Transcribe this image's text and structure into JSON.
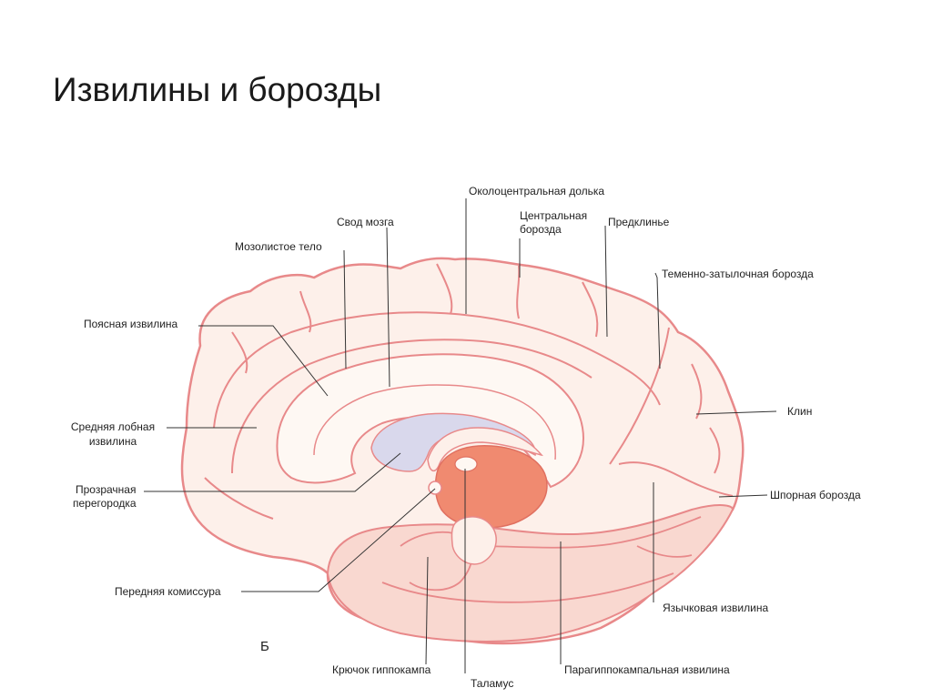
{
  "title": "Извилины и борозды",
  "figure_letter": "Б",
  "colors": {
    "outline": "#e8898a",
    "cortex_fill": "#fdf0ea",
    "cortex_light": "#fef8f3",
    "ventricle": "#d9d8ec",
    "thalamus": "#f08a70",
    "temporal": "#f9d8d0",
    "leader": "#333333"
  },
  "labels": {
    "paracentral_lobule": "Околоцентральная долька",
    "fornix": "Свод мозга",
    "central_sulcus_1": "Центральная",
    "central_sulcus_2": "борозда",
    "precuneus": "Предклинье",
    "corpus_callosum": "Мозолистое тело",
    "parieto_occipital_sulcus": "Теменно-затылочная борозда",
    "cingulate_gyrus": "Поясная извилина",
    "cuneus": "Клин",
    "middle_frontal_gyrus_1": "Средняя лобная",
    "middle_frontal_gyrus_2": "извилина",
    "septum_pellucidum_1": "Прозрачная",
    "septum_pellucidum_2": "перегородка",
    "calcarine_sulcus": "Шпорная борозда",
    "anterior_commissure": "Передняя комиссура",
    "lingual_gyrus": "Язычковая извилина",
    "uncus": "Крючок гиппокампа",
    "parahippocampal_gyrus": "Парагиппокампальная извилина",
    "thalamus": "Таламус"
  }
}
